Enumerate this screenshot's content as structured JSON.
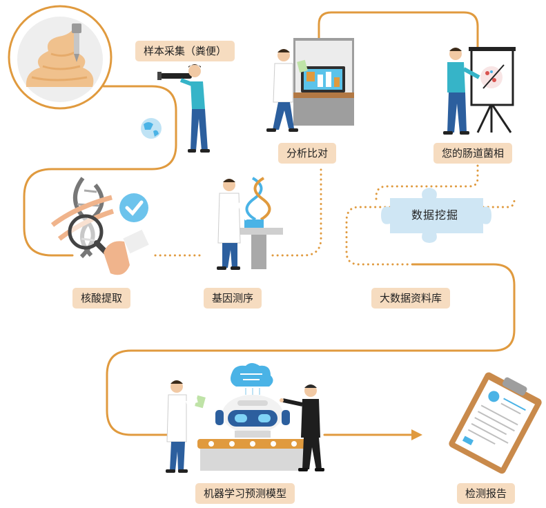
{
  "steps": {
    "sample_collection": "样本采集（粪便）",
    "comparison": "分析比对",
    "gut_flora": "您的肠道菌相",
    "data_mining": "数据挖掘",
    "nucleic_extraction": "核酸提取",
    "gene_sequencing": "基因测序",
    "big_database": "大数据资料库",
    "ml_model": "机器学习预测模型",
    "report": "检测报告"
  },
  "colors": {
    "path_orange": "#e09a3e",
    "label_bg": "#f6dcc0",
    "puzzle_blue": "#cfe6f4",
    "accent_blue": "#4ab3e6"
  }
}
